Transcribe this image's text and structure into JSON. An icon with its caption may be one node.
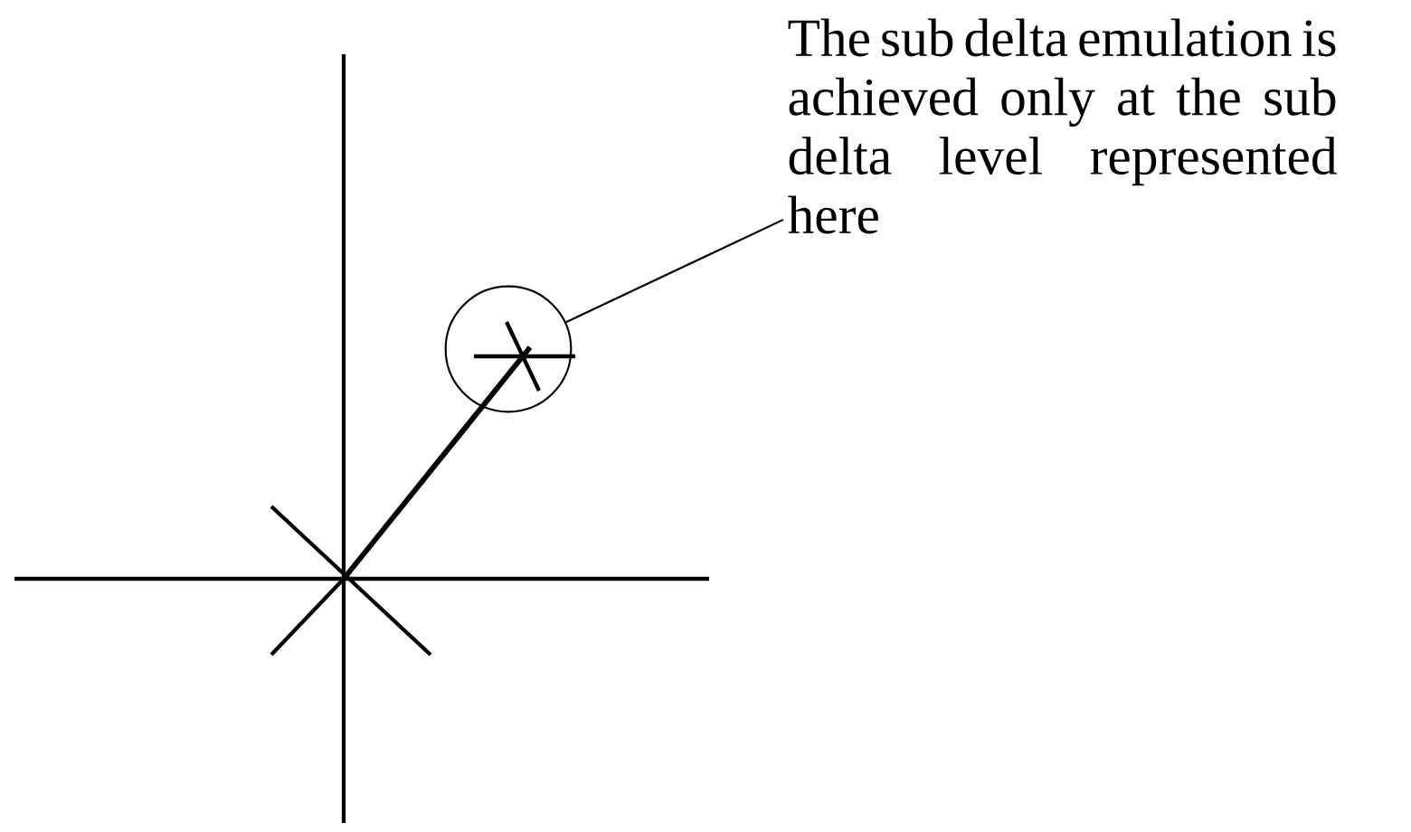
{
  "diagram": {
    "nodes": [
      {
        "text": [
          "The sub delta emulation is achieved only at the sub delta level represented here"
        ]
      },
      {
        "text": [],
        "shape": "circle"
      }
    ],
    "edges": [
      {
        "from": 0,
        "to": 1,
        "arrow": "none"
      }
    ]
  }
}
